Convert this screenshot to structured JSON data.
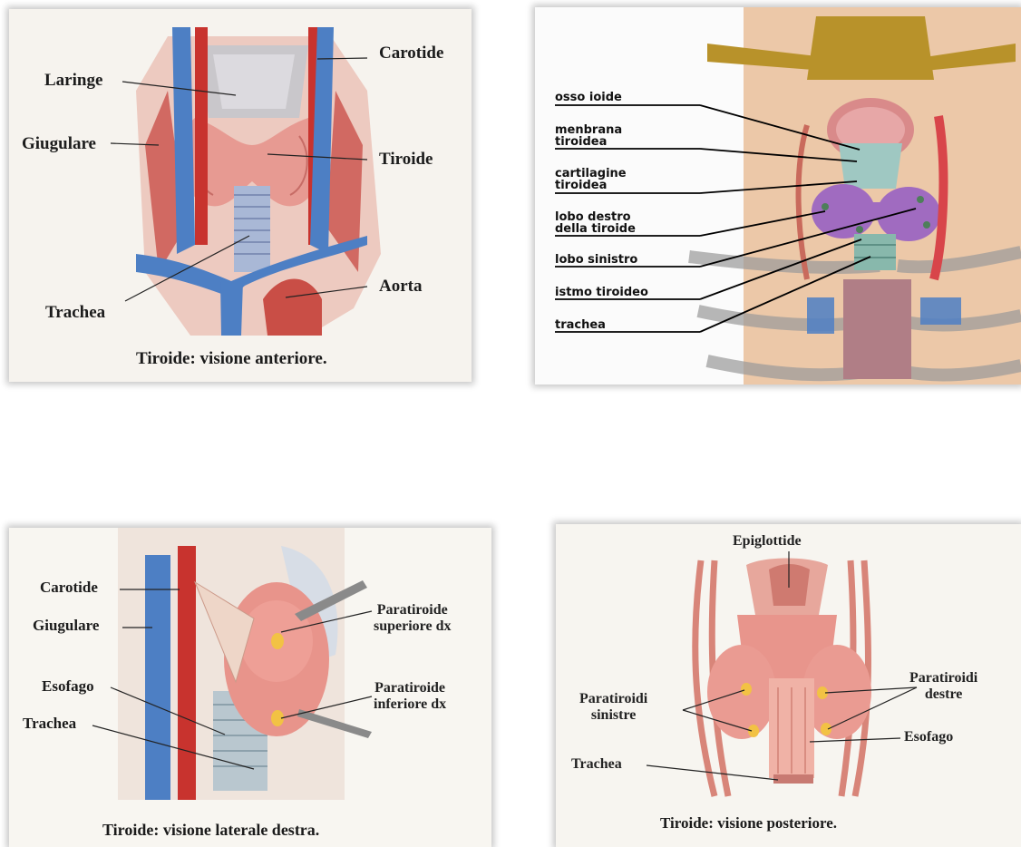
{
  "panels": {
    "anterior": {
      "caption": "Tiroide: visione anteriore.",
      "labels": {
        "carotide": "Carotide",
        "laringe": "Laringe",
        "giugulare": "Giugulare",
        "tiroide": "Tiroide",
        "aorta": "Aorta",
        "trachea": "Trachea"
      }
    },
    "neck": {
      "labels": [
        "osso ioide",
        "menbrana tiroidea",
        "cartilagine tiroidea",
        "lobo destro della tiroide",
        "lobo sinistro",
        "istmo tiroideo",
        "trachea"
      ],
      "lines": {
        "menbrana_1": "menbrana",
        "menbrana_2": "tiroidea",
        "cartilagine_1": "cartilagine",
        "cartilagine_2": "tiroidea",
        "lobo_destro_1": "lobo destro",
        "lobo_destro_2": "della tiroide"
      }
    },
    "lateral": {
      "caption": "Tiroide: visione laterale destra.",
      "labels": {
        "carotide": "Carotide",
        "giugulare": "Giugulare",
        "esofago": "Esofago",
        "trachea": "Trachea",
        "paratiroide_sup_1": "Paratiroide",
        "paratiroide_sup_2": "superiore dx",
        "paratiroide_inf_1": "Paratiroide",
        "paratiroide_inf_2": "inferiore dx"
      }
    },
    "posterior": {
      "caption": "Tiroide: visione posteriore.",
      "labels": {
        "epiglottide": "Epiglottide",
        "paratiroidi_sinistre_1": "Paratiroidi",
        "paratiroidi_sinistre_2": "sinistre",
        "paratiroidi_destre_1": "Paratiroidi",
        "paratiroidi_destre_2": "destre",
        "esofago": "Esofago",
        "trachea": "Trachea"
      }
    }
  }
}
